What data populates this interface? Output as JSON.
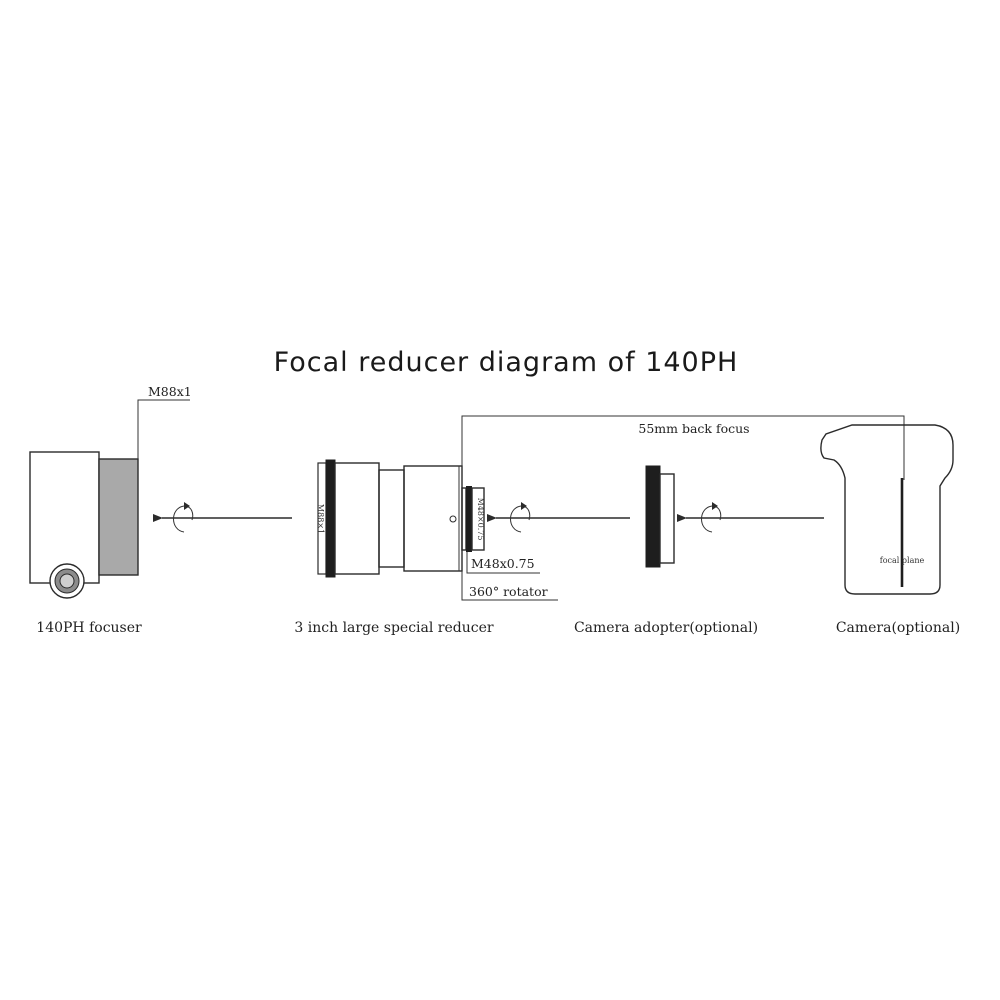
{
  "title": "Focal reducer diagram of 140PH",
  "thread_focuser": "M88x1",
  "back_focus": "55mm back focus",
  "thread_m48": "M48x0.75",
  "rotator": "360° rotator",
  "reducer_thread_vertical": "M88×1",
  "reducer_thread_small": "M48×0.75",
  "focal_plane": "focal plane",
  "components": {
    "focuser": "140PH focuser",
    "reducer": "3 inch large special reducer",
    "adapter": "Camera adopter(optional)",
    "camera": "Camera(optional)"
  },
  "colors": {
    "line": "#2b2b2b",
    "gray_fill": "#a9a9a9",
    "dark_ring": "#1e1e1e"
  }
}
